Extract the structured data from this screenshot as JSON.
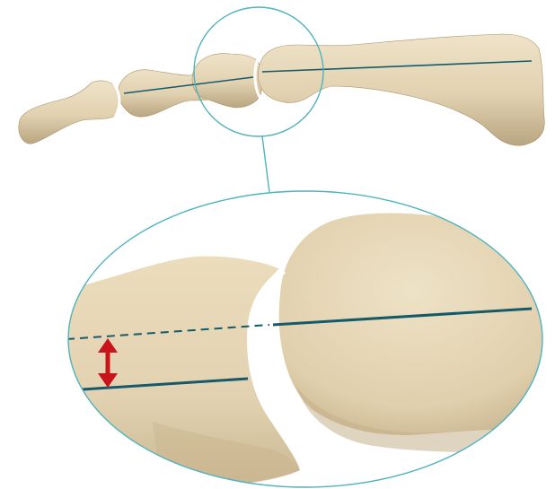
{
  "figure": {
    "colors": {
      "bone": "#e1d1b0",
      "bone_shadow": "#b9a581",
      "bone_highlight": "#efe3c8",
      "outline": "#4fb3be",
      "axis_line": "#155a6b",
      "arrow": "#c8141a",
      "background": "#ffffff"
    },
    "views": [
      {
        "id": "overview",
        "description_icon": "finger-bone-chain"
      },
      {
        "id": "magnified-joint",
        "description_icon": "joint-closeup"
      }
    ],
    "annotations": {
      "axis_offset_arrow": "double-headed",
      "axis_style": [
        "solid",
        "dashed"
      ]
    }
  }
}
